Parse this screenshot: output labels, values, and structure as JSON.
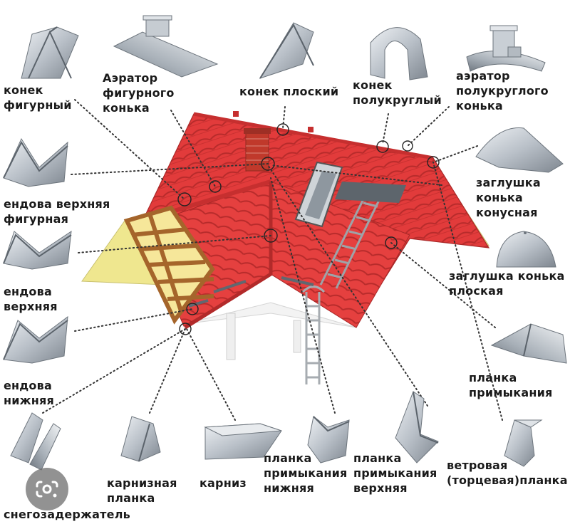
{
  "colors": {
    "roof_red": "#e23b3b",
    "roof_red_dark": "#b72b2b",
    "gable_yellow": "#efe78f",
    "metal_light": "#d4d9df",
    "metal_dark": "#8a929c",
    "label_text": "#1a1a1a",
    "dot_line": "#333333"
  },
  "labels": {
    "konek_figurny": "конек\nфигурный",
    "aerator_figurnogo": "Аэратор\nфигурного\nконька",
    "konek_ploskiy": "конек плоский",
    "konek_polukrugly": "конек\nполукруглый",
    "aerator_polukruglogo": "аэратор\nполукруглого\nконька",
    "endova_verkhnyaya_figurnaya": "ендова верхняя\nфигурная",
    "zaglushka_konusnaya": "заглушка\nконька\nконусная",
    "endova_verkhnyaya": "ендова\nверхняя",
    "zaglushka_ploskaya": "заглушка конька\nплоская",
    "endova_nizhnyaya": "ендова\nнижняя",
    "planka_primykaniya": "планка\nпримыкания",
    "karniznaya_planka": "карнизная\nпланка",
    "karniz": "карниз",
    "planka_primykaniya_nizhnyaya": "планка\nпримыкания\nнижняя",
    "planka_primykaniya_verkhnyaya": "планка\nпримыкания\nверхняя",
    "vetrovaya_planka": "ветровая\n(торцевая)планка",
    "snegozaderzhatel": "снегозадержатель"
  },
  "icons": {
    "lens": "google-lens-icon"
  }
}
